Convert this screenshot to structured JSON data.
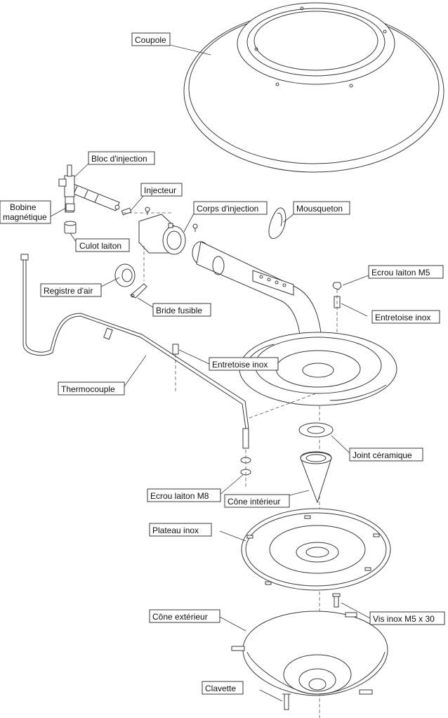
{
  "labels": {
    "coupole": "Coupole",
    "bloc_injection": "Bloc d'injection",
    "injecteur": "Injecteur",
    "bobine_line1": "Bobine",
    "bobine_line2": "magnétique",
    "corps_injection": "Corps d'injection",
    "mousqueton": "Mousqueton",
    "culot_laiton": "Culot laiton",
    "ecrou_m5": "Ecrou laiton M5",
    "registre_air": "Registre d'air",
    "bride_fusible": "Bride fusible",
    "entretoise_inox_right": "Entretoise inox",
    "entretoise_inox_mid": "Entretoise inox",
    "thermocouple": "Thermocouple",
    "joint_ceramique": "Joint céramique",
    "ecrou_m8": "Ecrou laiton M8",
    "cone_interieur": "Cône intérieur",
    "plateau_inox": "Plateau inox",
    "vis_inox": "Vis inox M5 x 30",
    "cone_exterieur": "Cône extérieur",
    "clavette": "Clavette"
  },
  "colors": {
    "line": "#3a3a3a",
    "background": "#ffffff"
  }
}
